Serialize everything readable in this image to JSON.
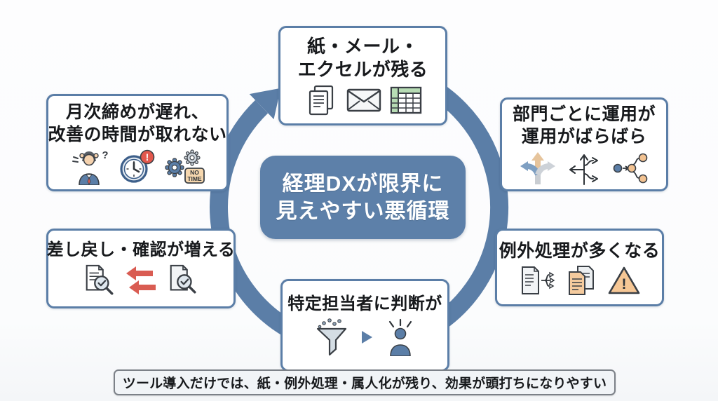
{
  "center_label": {
    "line1": "経理DXが限界に",
    "line2": "見えやすい悪循環"
  },
  "boxes": {
    "top": {
      "line1": "紙・メール・",
      "line2": "エクセルが残る",
      "icons": [
        "documents-icon",
        "envelope-icon",
        "spreadsheet-icon"
      ]
    },
    "right_top": {
      "line1": "部門ごとに運用が",
      "line2": "運用がばらばら",
      "icons": [
        "branch-arrows-icon",
        "scatter-arrows-icon",
        "node-split-icon"
      ]
    },
    "right_bottom": {
      "line1": "例外処理が多くなる",
      "icons": [
        "document-branch-icon",
        "documents-stack-icon",
        "warning-triangle-icon"
      ]
    },
    "bottom": {
      "line1": "特定担当者に判断が",
      "icons": [
        "funnel-icon",
        "arrow-right-icon",
        "person-highlight-icon"
      ]
    },
    "left_bottom": {
      "line1": "差し戻し・確認が増える",
      "icons": [
        "document-check-magnifier-icon",
        "return-arrows-icon",
        "document-check-magnifier-icon"
      ]
    },
    "left_top": {
      "line1": "月次締めが遅れ、",
      "line2": "改善の時間が取れない",
      "icons": [
        "stressed-person-icon",
        "clock-alert-icon",
        "gears-no-time-icon"
      ]
    }
  },
  "banner": {
    "text": "ツール導入だけでは、紙・例外処理・属人化が残り、効果が頭打ちになりやすい"
  },
  "icon_text": {
    "no_time_line1": "NO",
    "no_time_line2": "TIME",
    "question_mark": "?",
    "exclamation": "!"
  },
  "colors": {
    "ring": "#5b7ea7",
    "center_box": "#5d80a9",
    "box_border": "#5b7ea7",
    "text": "#17191c",
    "alert_red": "#e2574c",
    "return_red": "#d95c52",
    "accent_orange": "#f2c291",
    "accent_green": "#b7dcb4",
    "steel_light": "#d4dde4"
  }
}
